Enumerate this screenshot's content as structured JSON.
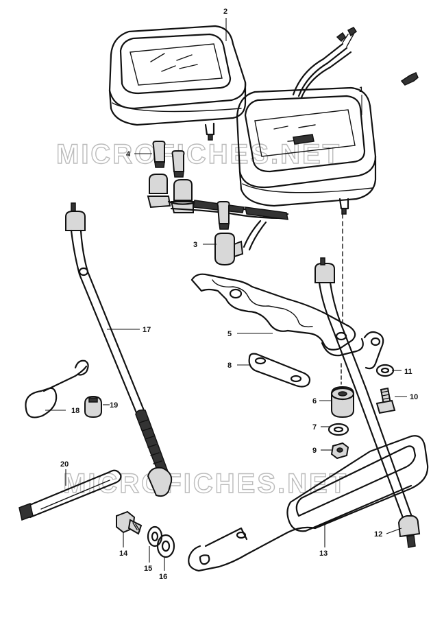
{
  "watermarks": [
    "MICROFICHES.NET",
    "MICROFICHES.NET"
  ],
  "callouts": [
    {
      "id": "1",
      "label": "1"
    },
    {
      "id": "2",
      "label": "2"
    },
    {
      "id": "3",
      "label": "3"
    },
    {
      "id": "4",
      "label": "4"
    },
    {
      "id": "5",
      "label": "5"
    },
    {
      "id": "6",
      "label": "6"
    },
    {
      "id": "7",
      "label": "7"
    },
    {
      "id": "8",
      "label": "8"
    },
    {
      "id": "9",
      "label": "9"
    },
    {
      "id": "10",
      "label": "10"
    },
    {
      "id": "11",
      "label": "11"
    },
    {
      "id": "12",
      "label": "12"
    },
    {
      "id": "13",
      "label": "13"
    },
    {
      "id": "14",
      "label": "14"
    },
    {
      "id": "15",
      "label": "15"
    },
    {
      "id": "16",
      "label": "16"
    },
    {
      "id": "17",
      "label": "17"
    },
    {
      "id": "18",
      "label": "18"
    },
    {
      "id": "19",
      "label": "19"
    },
    {
      "id": "20",
      "label": "20"
    }
  ],
  "icons": {
    "front_arrow": "front-direction-arrow-icon"
  }
}
